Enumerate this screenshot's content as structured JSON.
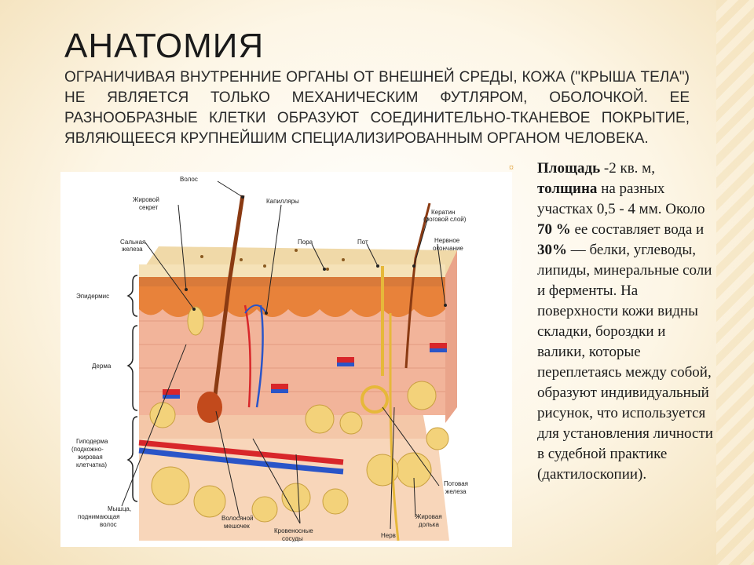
{
  "slide": {
    "title": "АНАТОМИЯ",
    "subtitle": "ОГРАНИЧИВАЯ ВНУТРЕННИЕ ОРГАНЫ ОТ ВНЕШНЕЙ СРЕДЫ, КОЖА (\"КРЫША ТЕЛА\") НЕ ЯВЛЯЕТСЯ ТОЛЬКО МЕХАНИЧЕСКИМ ФУТЛЯРОМ, ОБОЛОЧКОЙ. ЕЕ РАЗНООБРАЗНЫЕ КЛЕТКИ ОБРАЗУЮТ СОЕДИНИТЕЛЬНО-ТКАНЕВОЕ ПОКРЫТИЕ, ЯВЛЯЮЩЕЕСЯ КРУПНЕЙШИМ СПЕЦИАЛИЗИРОВАННЫМ ОРГАНОМ ЧЕЛОВЕКА."
  },
  "body": {
    "bullet": "¤",
    "p1b": "Площадь",
    "p2": " -2 кв. м, ",
    "p3b": "толщина",
    "p4": " на разных участках 0,5 - 4 мм. Около ",
    "p5b": "70 %",
    "p6": " ее составляет вода и ",
    "p7b": "30%",
    "p8": " — белки, углеводы, липиды, минеральные соли и ферменты. На поверхности кожи видны складки, бороздки и валики, которые переплетаясь между собой, образуют индивидуальный рисунок, что используется для установления личности в судебной практике (дактилоскопии)."
  },
  "diagram": {
    "labels": {
      "hair": "Волос",
      "sebum1": "Жировой",
      "sebum2": "секрет",
      "capillaries": "Капилляры",
      "keratin1": "Кератин",
      "keratin2": "(роговой слой)",
      "sebaceous1": "Сальная",
      "sebaceous2": "железа",
      "pore": "Пора",
      "sweat": "Пот",
      "nerve_end1": "Нервное",
      "nerve_end2": "окончание",
      "epidermis": "Эпидермис",
      "dermis": "Дерма",
      "hypo1": "Гиподерма",
      "hypo2": "(подкожно-",
      "hypo3": "жировая",
      "hypo4": "клетчатка)",
      "muscle1": "Мышца,",
      "muscle2": "поднимающая",
      "muscle3": "волос",
      "follicle1": "Волосяной",
      "follicle2": "мешочек",
      "vessels1": "Кровеносные",
      "vessels2": "сосуды",
      "nerve": "Нерв",
      "sweat_gland1": "Потовая",
      "sweat_gland2": "железа",
      "fat1": "Жировая",
      "fat2": "долька"
    },
    "colors": {
      "stratum": "#f0d9a8",
      "epidermis": "#e8823a",
      "dermis": "#f2b49a",
      "hypodermis": "#f4c7a8",
      "fat": "#f3d27a",
      "artery": "#d8262a",
      "vein": "#2a55c8",
      "hair": "#8a3a12"
    }
  }
}
